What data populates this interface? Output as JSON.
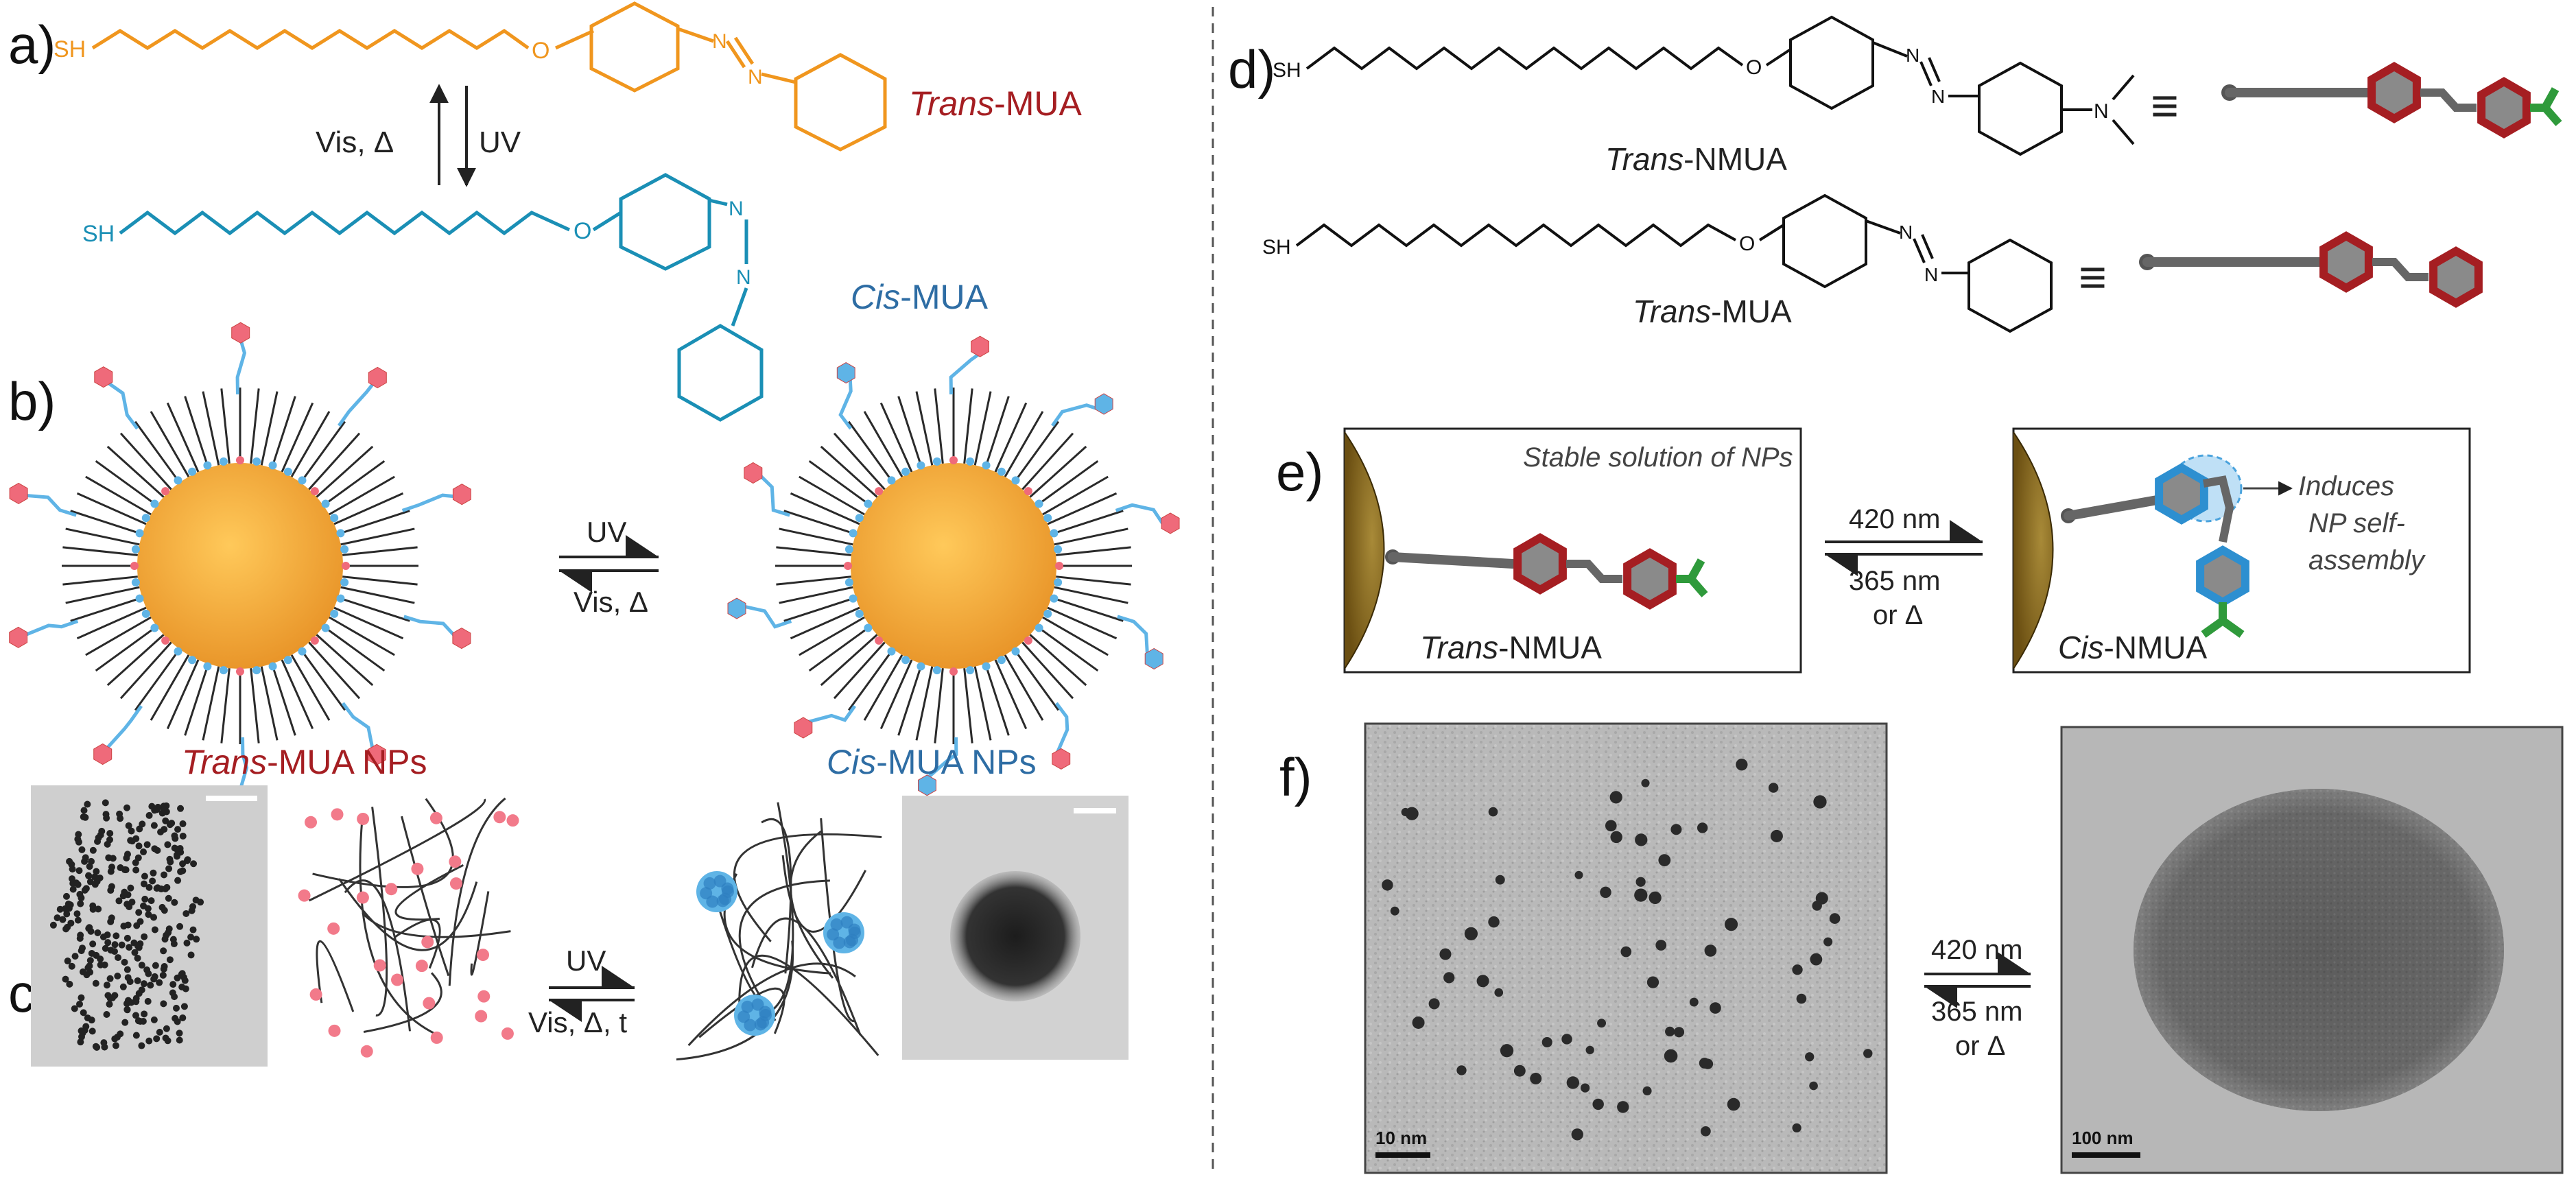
{
  "panels": {
    "a": "a)",
    "b": "b)",
    "c": "c)",
    "d": "d)",
    "e": "e)",
    "f": "f)"
  },
  "chem": {
    "sh": "SH",
    "sh_caps": "SH",
    "o": "O",
    "n": "N"
  },
  "a": {
    "trans_prefix": "Trans",
    "trans_suffix": "-MUA",
    "cis_prefix": "Cis",
    "cis_suffix": "-MUA",
    "arrow_left": "Vis, Δ",
    "arrow_right": "UV"
  },
  "b": {
    "forward": "UV",
    "back": "Vis, Δ",
    "trans_prefix": "Trans",
    "trans_suffix": "-MUA NPs",
    "cis_prefix": "Cis",
    "cis_suffix": "-MUA NPs"
  },
  "c": {
    "forward": "UV",
    "back": "Vis, Δ, t"
  },
  "d": {
    "nmua_prefix": "Trans",
    "nmua_suffix": "-NMUA",
    "mua_prefix": "Trans",
    "mua_suffix": "-MUA",
    "equiv": "≡"
  },
  "e": {
    "stable": "Stable solution of NPs",
    "forward": "420 nm",
    "back_1": "365 nm",
    "back_2": "or Δ",
    "trans_prefix": "Trans",
    "trans_suffix": "-NMUA",
    "cis_prefix": "Cis",
    "cis_suffix": "-NMUA",
    "induces_1": "Induces",
    "induces_2": "NP self-",
    "induces_3": "assembly"
  },
  "f": {
    "forward": "420 nm",
    "back_1": "365 nm",
    "back_2": "or Δ",
    "scale_left": "10 nm",
    "scale_right": "100 nm"
  },
  "colors": {
    "orange": "#f0961e",
    "teal": "#1a8fb5",
    "dark_red": "#a51e22",
    "blue_label": "#2e6da4",
    "gold": "#f2a531",
    "np_brown": "#8a6a1c",
    "green": "#2f9a3b",
    "pink": "#ef6a7a",
    "light_blue": "#5fb4e6"
  }
}
